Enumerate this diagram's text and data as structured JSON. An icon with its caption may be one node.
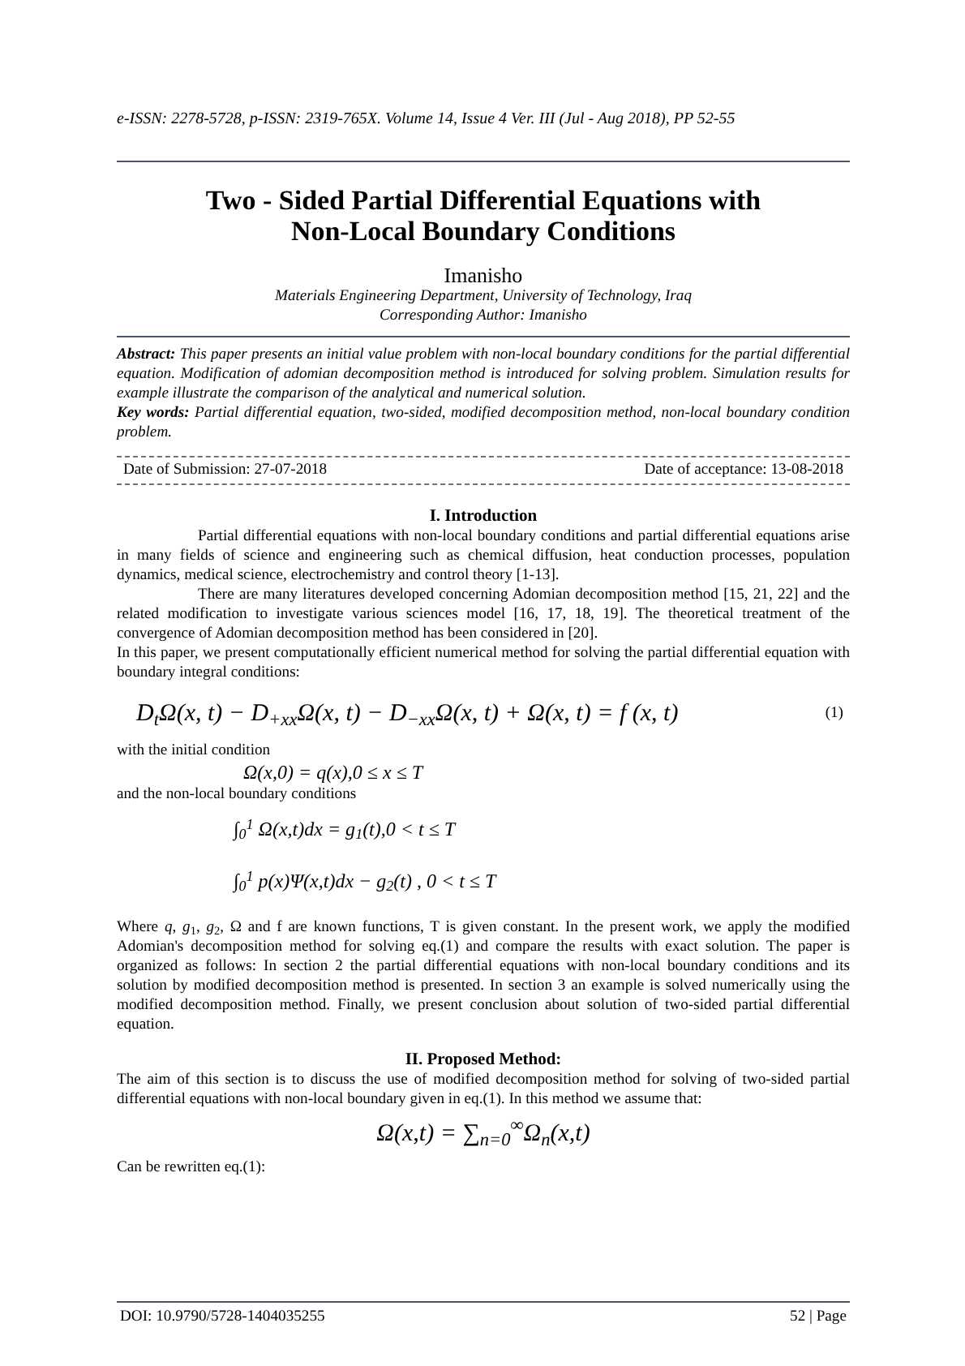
{
  "diagram": {
    "title": "Two - Sided Partial Differential Equations with Non-Local Boundary Conditions",
    "labels": [
      "e-ISSN: 2278-5728, p-ISSN: 2319-765X. Volume 14, Issue 4 Ver. III (Jul - Aug 2018), PP 52-55",
      "Imanisho",
      "Materials Engineering Department, University of Technology, Iraq",
      "Corresponding Author: Imanisho",
      "**Abstract:** This paper presents an initial value problem with non-local boundary conditions for the partial differential equation. Modification of adomian decomposition method is introduced for solving problem. Simulation results for example illustrate the comparison of the analytical and numerical solution.",
      "**Key words:** Partial differential equation, two-sided, modified decomposition method, non-local boundary condition problem.",
      "Date of Submission: 27-07-2018",
      "Date of acceptance: 13-08-2018",
      "I. Introduction",
      "Partial differential equations with non-local boundary conditions and partial differential equations arise in many fields of science and engineering such as chemical diffusion, heat conduction processes, population dynamics, medical science, electrochemistry and control theory [1-13].",
      "There are many literatures developed concerning Adomian decomposition method [15, 21, 22] and the related modification to investigate various sciences model [16, 17, 18, 19]. The theoretical treatment of the convergence of Adomian decomposition method has been considered in [20].",
      "In this paper, we present computationally efficient numerical method for solving the partial differential equation with boundary integral conditions:",
      "D$_{t}$Ω(x, t) − D$_{+xx}$Ω(x, t) − D$_{−xx}$Ω(x, t) + Ω(x, t) = f (x, t)",
      "(1)",
      "with the initial condition",
      "Ω(x,0) = q(x),0 ≤ x ≤ T",
      "and the non-local boundary conditions",
      "∫$_{0}$$^{1}$ Ω(x,t)dx = g$_{1}$(t),0 < t ≤ T",
      "∫$_{0}$$^{1}$ p(x)Ψ(x,t)dx − g$_{2}$(t) , 0 < t ≤ T",
      "Where *q*, *g*$_{1}$, *g*$_{2}$, Ω and f are known functions, T is given constant. In the present work, we apply the modified Adomian's decomposition method for solving eq.(1) and compare the results with exact solution. The paper is organized as follows: In section 2 the partial differential equations with non-local boundary conditions and its solution by modified decomposition method is presented. In section 3 an example is solved numerically using the modified decomposition method. Finally, we present conclusion about solution of two-sided partial differential equation.",
      "II. Proposed Method:",
      "The aim of this section is to discuss the use of modified decomposition method for solving of two-sided partial differential equations with non-local boundary given in eq.(1). In this method we assume that:",
      "Ω(x,t) = ∑$_{n=0}$$^{∞}$Ω$_{n}$(x,t)",
      "Can be rewritten eq.(1):",
      "DOI: 10.9790/5728-1404035255",
      "52 | Page"
    ]
  }
}
